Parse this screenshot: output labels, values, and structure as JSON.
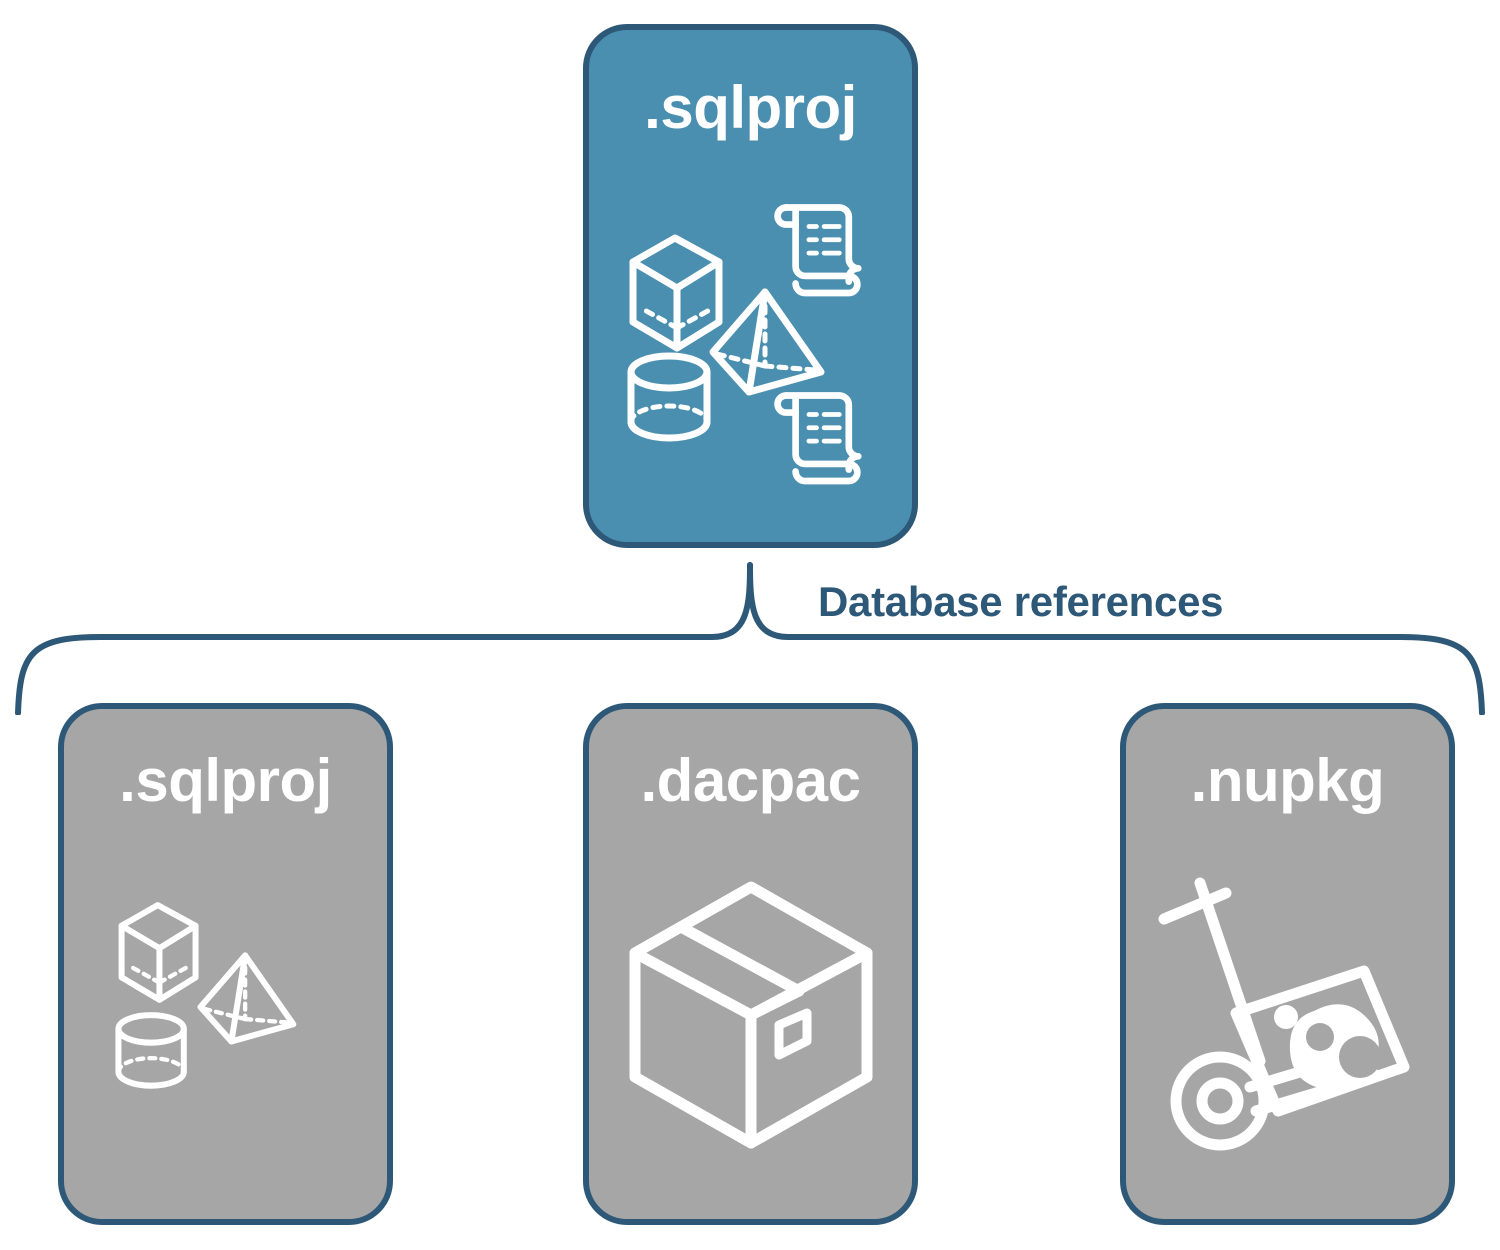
{
  "diagram": {
    "title": "Database references",
    "connector_label": "Database references",
    "colors": {
      "accent_teal": "#4a8fb0",
      "border_navy": "#2e5878",
      "card_gray": "#a6a6a6",
      "icon_white": "#ffffff",
      "background": "#ffffff"
    },
    "root": {
      "label": ".sqlproj",
      "fill": "#4a8fb0",
      "icons": [
        "scroll-icon",
        "wireframe-cube-icon",
        "wireframe-pyramid-icon",
        "wireframe-cylinder-icon",
        "scroll-icon"
      ]
    },
    "references": [
      {
        "label": ".sqlproj",
        "fill": "#a6a6a6",
        "icons": [
          "wireframe-cube-icon",
          "wireframe-pyramid-icon",
          "wireframe-cylinder-icon"
        ]
      },
      {
        "label": ".dacpac",
        "fill": "#a6a6a6",
        "icons": [
          "shipping-box-icon"
        ]
      },
      {
        "label": ".nupkg",
        "fill": "#a6a6a6",
        "icons": [
          "hand-truck-package-icon"
        ]
      }
    ]
  }
}
